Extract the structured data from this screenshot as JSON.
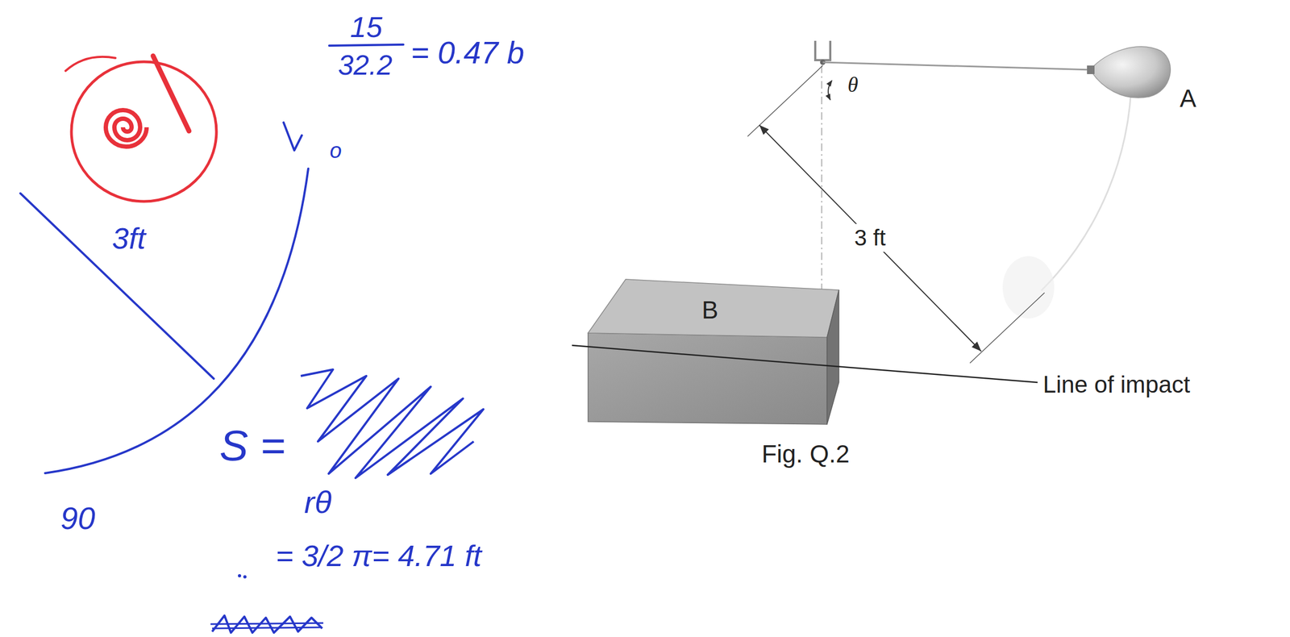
{
  "diagram": {
    "caption": "Fig. Q.2",
    "nodes": [
      {
        "text": [
          "A"
        ]
      },
      {
        "text": [
          "B"
        ]
      }
    ],
    "labels": [
      "15",
      "32.2",
      "= 0.47 b",
      "o",
      "3ft",
      "S =",
      "rθ",
      "= 3/2 π= 4.71 ft",
      "90",
      "θ",
      "3 ft",
      "Line of impact"
    ]
  }
}
